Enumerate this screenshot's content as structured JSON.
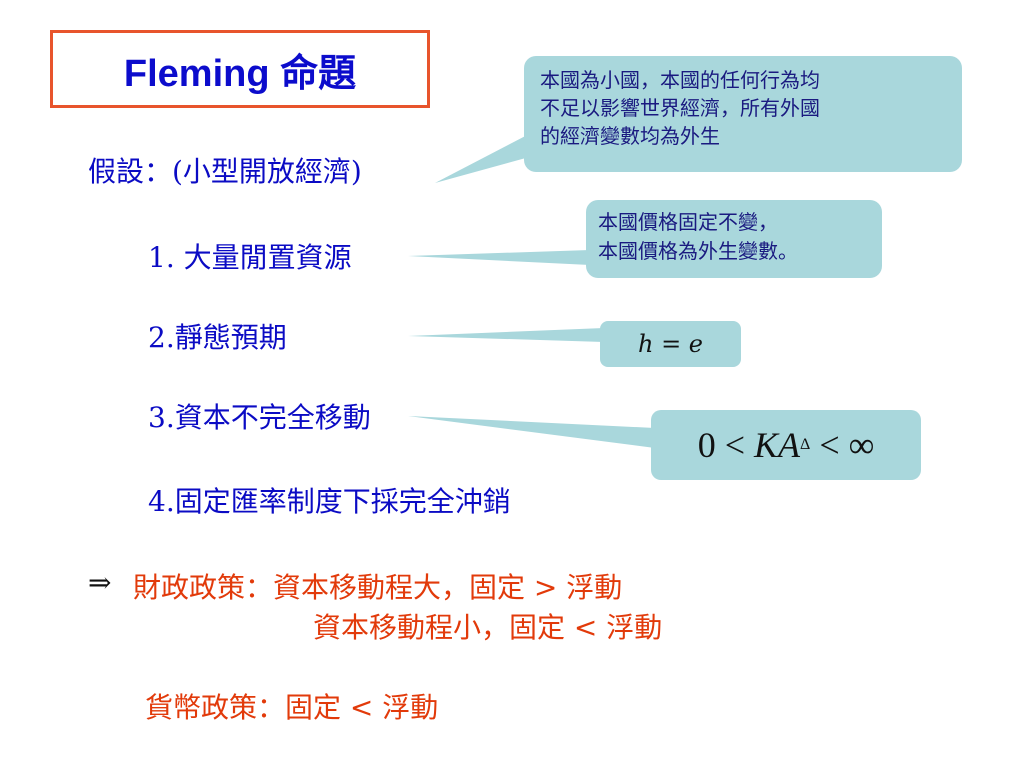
{
  "title": {
    "text": "Fleming 命題"
  },
  "assumption": {
    "text": "假設：(小型開放經濟)"
  },
  "items": [
    {
      "text": "1. 大量閒置資源"
    },
    {
      "text": "2.靜態預期"
    },
    {
      "text": "3.資本不完全移動"
    },
    {
      "text": "4.固定匯率制度下採完全沖銷"
    }
  ],
  "callouts": {
    "small_economy": {
      "lines": [
        "本國為小國，本國的任何行為均",
        "不足以影響世界經濟，所有外國",
        "的經濟變數均為外生"
      ]
    },
    "idle_resources": {
      "lines": [
        "本國價格固定不變，",
        "本國價格為外生變數。"
      ]
    },
    "static_expectation": {
      "text": "h = e"
    },
    "capital_mobility": {
      "left": "0 <",
      "var": "KA",
      "sub": "Δ",
      "right": "< ∞"
    }
  },
  "conclusion": {
    "arrow": "⇒",
    "fiscal_line1": "財政政策：資本移動程大，固定 > 浮動",
    "fiscal_line2": "資本移動程小，固定 < 浮動",
    "monetary": "貨幣政策：固定 < 浮動"
  },
  "colors": {
    "title_border": "#e8542c",
    "blue_text": "#0b0bc4",
    "red_text": "#e23a0a",
    "callout_fill": "#a9d7dc"
  }
}
